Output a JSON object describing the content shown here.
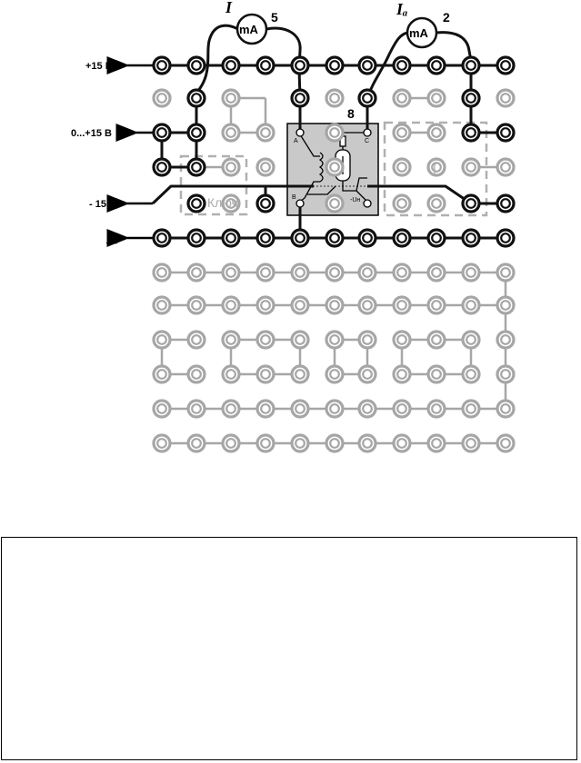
{
  "rails": {
    "plus15": "+15 В",
    "adjustable": "0...+15 В",
    "minus15": "- 15 В",
    "ground": "⊥"
  },
  "meters": {
    "left": {
      "symbol": "I",
      "unit": "mA",
      "number": "5"
    },
    "right": {
      "symbol": "Iₐ",
      "unit": "mA",
      "number": "2"
    }
  },
  "module": {
    "number": "8",
    "pin_a": "A",
    "pin_b": "B",
    "pin_c": "C",
    "pin_un": "-Uн"
  },
  "ghost_modules": {
    "key": "Ключ",
    "integrator": "∫"
  },
  "colors": {
    "wire": "#111111",
    "inactive": "#a6a6a6",
    "module_fill": "#c9c9c9"
  }
}
